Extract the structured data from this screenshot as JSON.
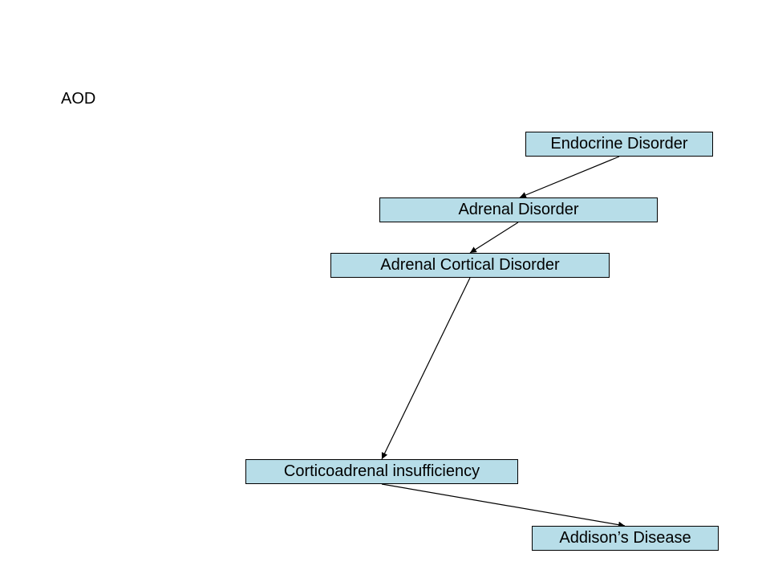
{
  "slide": {
    "label": "AOD"
  },
  "nodes": [
    {
      "id": "endocrine-disorder",
      "text": "Endocrine Disorder"
    },
    {
      "id": "adrenal-disorder",
      "text": "Adrenal Disorder"
    },
    {
      "id": "adrenal-cortical-disorder",
      "text": "Adrenal Cortical Disorder"
    },
    {
      "id": "corticoadrenal-insufficiency",
      "text": "Corticoadrenal  insufficiency"
    },
    {
      "id": "addisons-disease",
      "text": "Addison’s Disease"
    }
  ],
  "edges": [
    {
      "from": "endocrine-disorder",
      "to": "adrenal-disorder"
    },
    {
      "from": "adrenal-disorder",
      "to": "adrenal-cortical-disorder"
    },
    {
      "from": "adrenal-cortical-disorder",
      "to": "corticoadrenal-insufficiency"
    },
    {
      "from": "corticoadrenal-insufficiency",
      "to": "addisons-disease"
    }
  ],
  "colors": {
    "node_fill": "#b7dde8",
    "node_border": "#000000",
    "edge": "#000000",
    "background": "#ffffff"
  }
}
